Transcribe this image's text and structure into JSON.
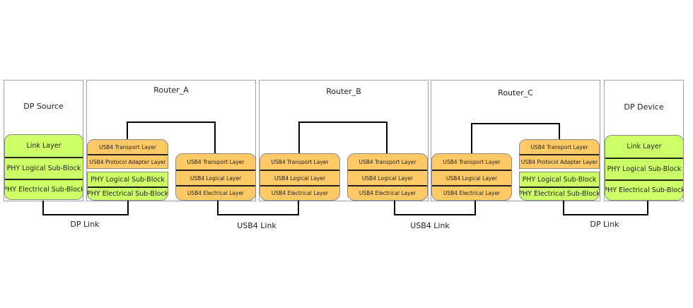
{
  "frames": {
    "dp_source": "DP Source",
    "router_a": "Router_A",
    "router_b": "Router_B",
    "router_c": "Router_C",
    "dp_device": "DP Device"
  },
  "stacks": {
    "dp_source": [
      "Link Layer",
      "PHY Logical Sub-Block",
      "PHY Electrical Sub-Block"
    ],
    "router_a_adapter_upper": [
      "USB4 Transport Layer",
      "USB4 Protocol  Adapter Layer"
    ],
    "router_a_adapter_lower": [
      "PHY Logical Sub-Block",
      "PHY Electrical Sub-Block"
    ],
    "router_a_port": [
      "USB4 Transport Layer",
      "USB4 Logical Layer",
      "USB4 Electrical Layer"
    ],
    "router_b_port_left": [
      "USB4 Transport Layer",
      "USB4 Logical Layer",
      "USB4 Electrical Layer"
    ],
    "router_b_port_right": [
      "USB4 Transport Layer",
      "USB4 Logical Layer",
      "USB4 Electrical Layer"
    ],
    "router_c_port": [
      "USB4 Transport Layer",
      "USB4 Logical Layer",
      "USB4 Electrical Layer"
    ],
    "router_c_adapter_upper": [
      "USB4 Transport Layer",
      "USB4 Protocol  Adapter Layer"
    ],
    "router_c_adapter_lower": [
      "PHY Logical Sub-Block",
      "PHY Electrical Sub-Block"
    ],
    "dp_device": [
      "Link Layer",
      "PHY Logical Sub-Block",
      "PHY Electrical Sub-Block"
    ]
  },
  "links": {
    "dp_link_left": "DP Link",
    "usb4_link_ab": "USB4 Link",
    "usb4_link_bc": "USB4 Link",
    "dp_link_right": "DP Link"
  },
  "colors": {
    "dp_layer_fill": "#ccff66",
    "usb4_layer_fill": "#ffc966",
    "frame_border": "#9aa3ad",
    "connector": "#000000"
  }
}
